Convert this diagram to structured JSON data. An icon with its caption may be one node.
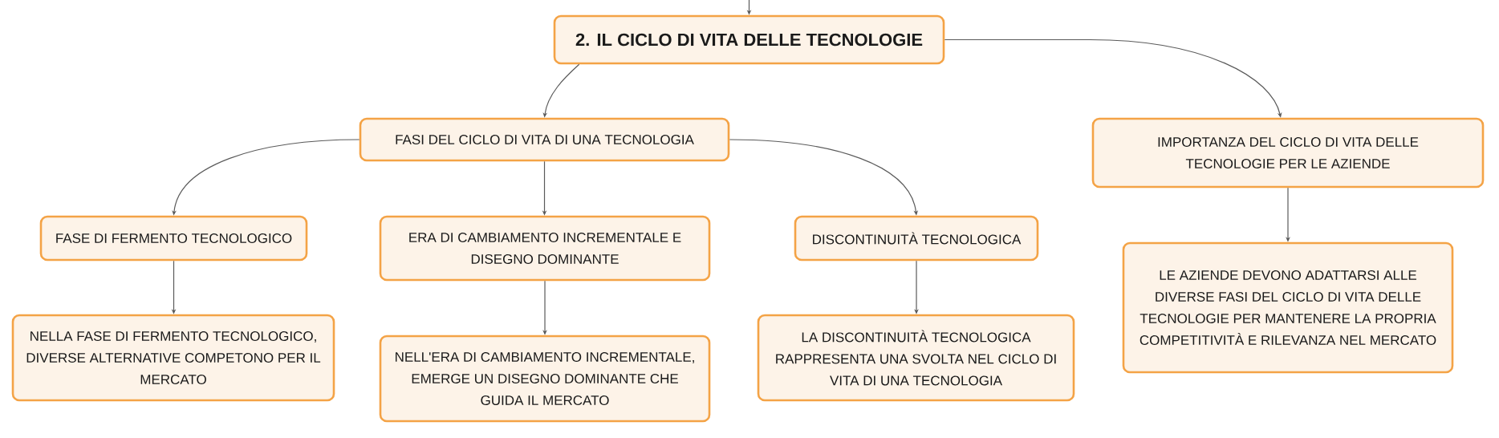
{
  "diagram": {
    "nodes": [
      {
        "text": [
          "2. IL CICLO DI VITA DELLE TECNOLOGIE"
        ]
      },
      {
        "text": [
          "FASI DEL CICLO DI VITA DI UNA TECNOLOGIA"
        ]
      },
      {
        "text": [
          "IMPORTANZA DEL CICLO DI VITA DELLE TECNOLOGIE PER LE AZIENDE"
        ]
      },
      {
        "text": [
          "FASE DI FERMENTO TECNOLOGICO"
        ]
      },
      {
        "text": [
          "ERA DI CAMBIAMENTO INCREMENTALE E DISEGNO DOMINANTE"
        ]
      },
      {
        "text": [
          "DISCONTINUITÀ TECNOLOGICA"
        ]
      },
      {
        "text": [
          "NELLA FASE DI FERMENTO TECNOLOGICO, DIVERSE ALTERNATIVE COMPETONO PER IL MERCATO"
        ]
      },
      {
        "text": [
          "NELL'ERA DI CAMBIAMENTO INCREMENTALE, EMERGE UN DISEGNO DOMINANTE CHE GUIDA IL MERCATO"
        ]
      },
      {
        "text": [
          "LA DISCONTINUITÀ TECNOLOGICA RAPPRESENTA UNA SVOLTA NEL CICLO DI VITA DI UNA TECNOLOGIA"
        ]
      },
      {
        "text": [
          "LE AZIENDE DEVONO ADATTARSI ALLE DIVERSE FASI DEL CICLO DI VITA DELLE TECNOLOGIE PER MANTENERE LA PROPRIA COMPETITIVITÀ E RILEVANZA NEL MERCATO"
        ]
      }
    ],
    "edges": [
      {
        "from": null,
        "to": 0,
        "arrow": "to"
      },
      {
        "from": 0,
        "to": 1,
        "arrow": "to"
      },
      {
        "from": 0,
        "to": 2,
        "arrow": "to"
      },
      {
        "from": 1,
        "to": 3,
        "arrow": "to"
      },
      {
        "from": 1,
        "to": 4,
        "arrow": "to"
      },
      {
        "from": 1,
        "to": 5,
        "arrow": "to"
      },
      {
        "from": 3,
        "to": 6,
        "arrow": "to"
      },
      {
        "from": 4,
        "to": 7,
        "arrow": "to"
      },
      {
        "from": 5,
        "to": 8,
        "arrow": "to"
      },
      {
        "from": 2,
        "to": 9,
        "arrow": "to"
      }
    ]
  }
}
